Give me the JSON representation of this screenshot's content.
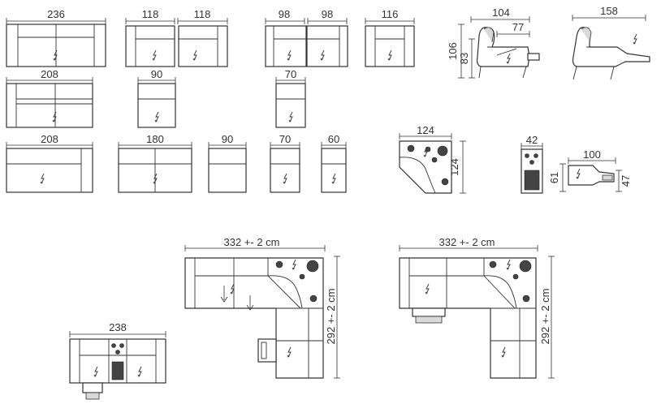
{
  "diagram": {
    "line_color": "#333333",
    "background": "#ffffff",
    "row1": {
      "sofa_3_width": "236",
      "section_a_width": "118",
      "section_b_width": "118",
      "section_c_width": "98",
      "section_d_width": "98",
      "armchair_width": "116",
      "side_depth": "104",
      "side_recline_depth": "77",
      "side_height": "106",
      "side_seat_height": "83",
      "side_extended_depth": "158"
    },
    "row2": {
      "chaise_width": "208",
      "module_90_width": "90",
      "module_70_width": "70"
    },
    "row3": {
      "sofa_208_width": "208",
      "sofa_180_width": "180",
      "module_90_width": "90",
      "module_70_width": "70",
      "module_60_width": "60",
      "corner_width": "124",
      "corner_depth": "124",
      "console_width": "42",
      "footrest_width": "100",
      "footrest_height": "61",
      "footrest_leg_height": "47"
    },
    "layouts": {
      "corner_1_width": "332  +- 2 cm",
      "corner_1_depth": "292  +- 2 cm",
      "corner_2_width": "332  +- 2 cm",
      "corner_2_depth": "292  +- 2 cm",
      "console_sofa_width": "238"
    }
  }
}
